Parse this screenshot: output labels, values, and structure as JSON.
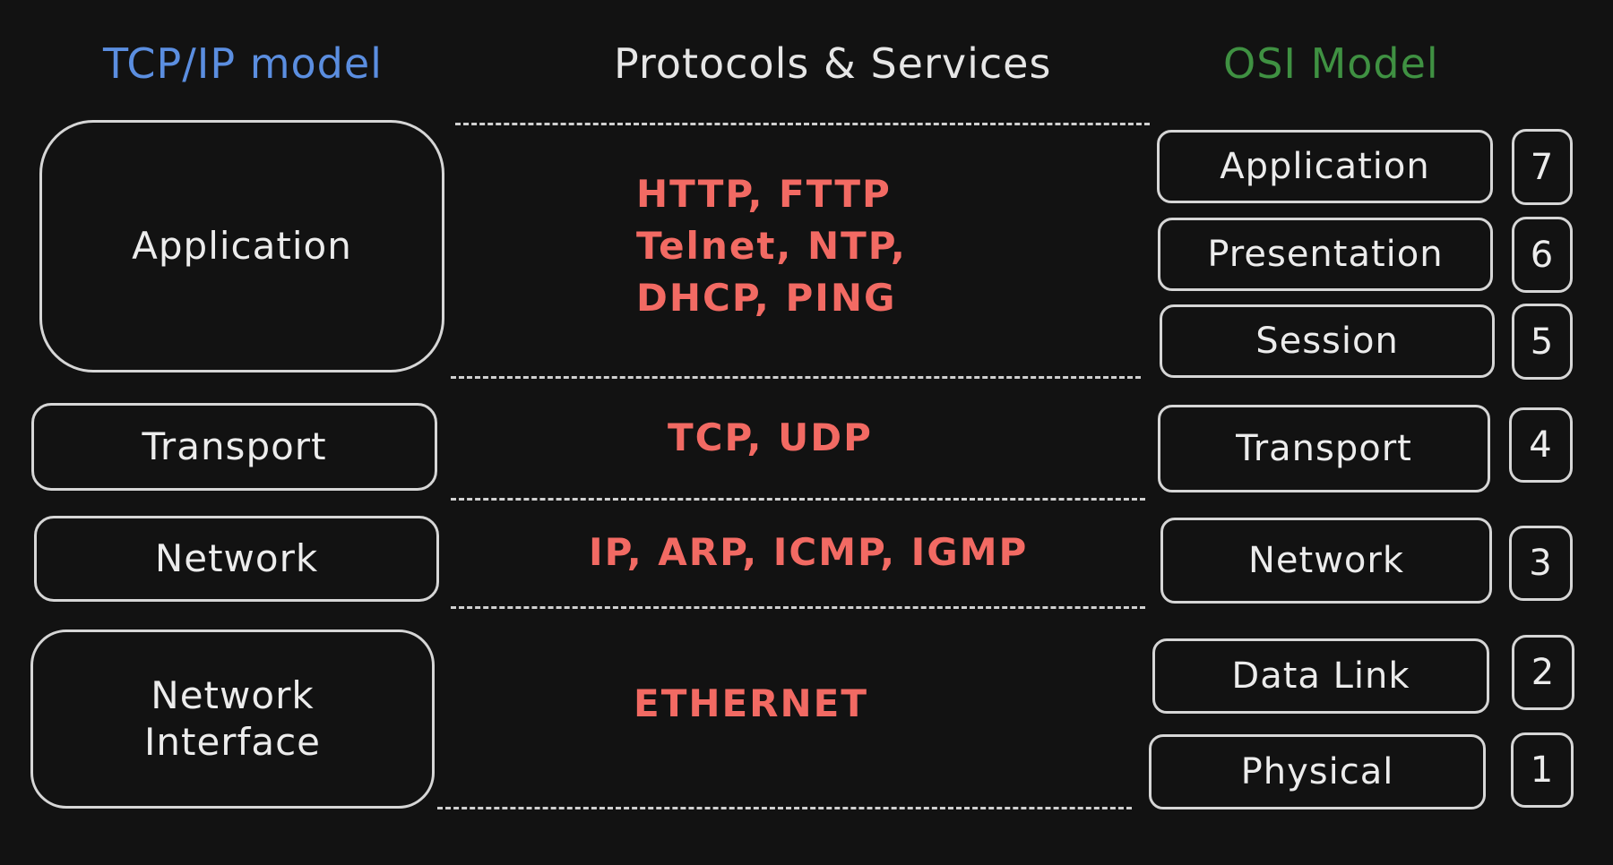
{
  "headers": {
    "tcp": "TCP/IP model",
    "protocols": "Protocols & Services",
    "osi": "OSI Model"
  },
  "tcp_layers": {
    "application": "Application",
    "transport": "Transport",
    "network": "Network",
    "network_interface": [
      "Network",
      "Interface"
    ]
  },
  "protocols": {
    "application": [
      "HTTP, FTTP",
      "Telnet, NTP,",
      "DHCP, PING"
    ],
    "transport": "TCP, UDP",
    "network": "IP, ARP, ICMP, IGMP",
    "network_interface": "ETHERNET"
  },
  "osi_layers": [
    {
      "name": "Application",
      "number": "7"
    },
    {
      "name": "Presentation",
      "number": "6"
    },
    {
      "name": "Session",
      "number": "5"
    },
    {
      "name": "Transport",
      "number": "4"
    },
    {
      "name": "Network",
      "number": "3"
    },
    {
      "name": "Data Link",
      "number": "2"
    },
    {
      "name": "Physical",
      "number": "1"
    }
  ],
  "colors": {
    "background": "#121212",
    "tcp_header": "#5b8ee0",
    "osi_header": "#3f9142",
    "protocol_text": "#f26a63",
    "box_border": "#d6d6d6"
  }
}
